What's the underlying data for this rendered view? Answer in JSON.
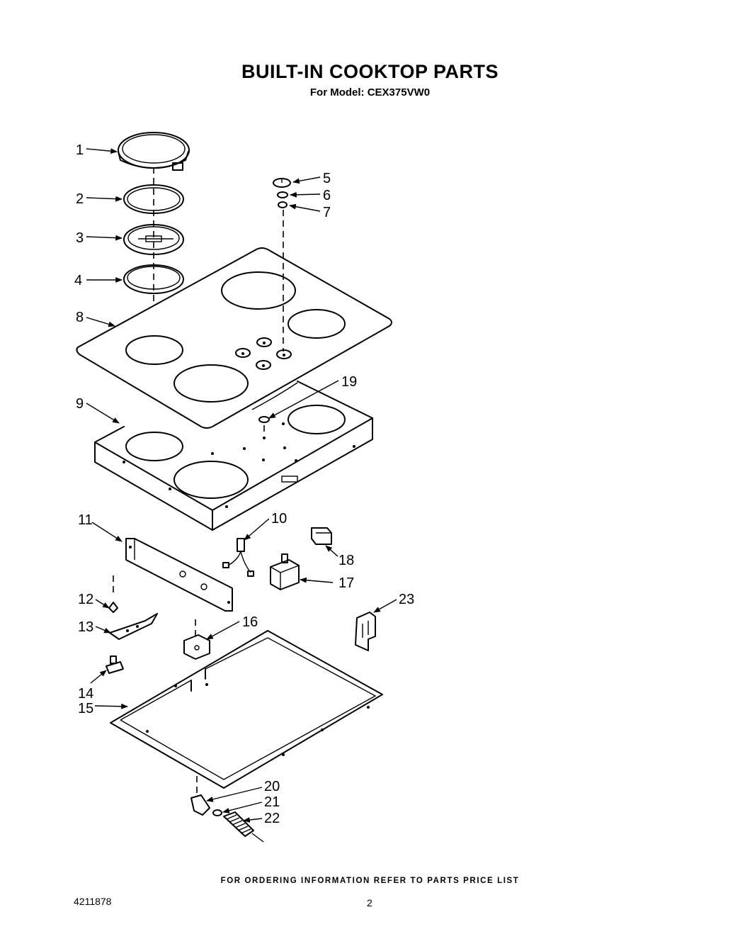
{
  "header": {
    "title": "BUILT-IN COOKTOP PARTS",
    "subtitle": "For Model: CEX375VW0"
  },
  "callouts": [
    "1",
    "2",
    "3",
    "4",
    "5",
    "6",
    "7",
    "8",
    "9",
    "10",
    "11",
    "12",
    "13",
    "14",
    "15",
    "16",
    "17",
    "18",
    "19",
    "20",
    "21",
    "22",
    "23"
  ],
  "footer": {
    "ordering_note": "FOR ORDERING INFORMATION REFER TO PARTS PRICE LIST",
    "document_number": "4211878",
    "page_number": "2"
  }
}
